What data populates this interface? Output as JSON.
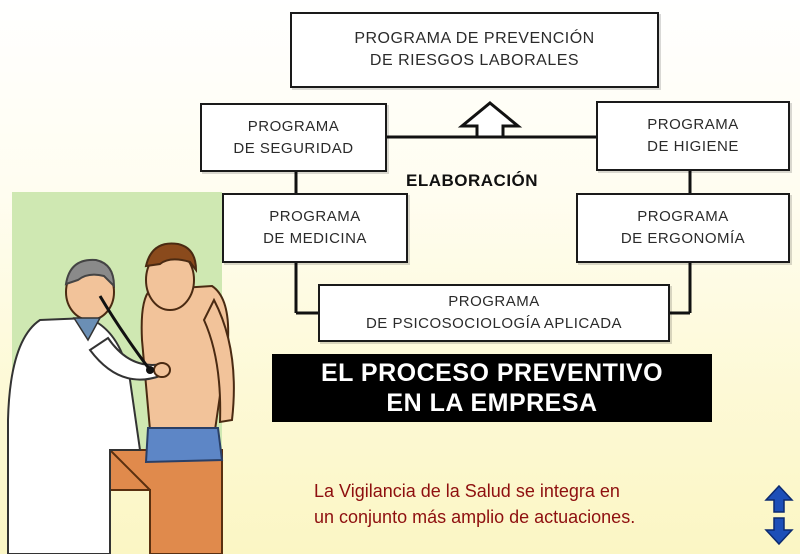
{
  "diagram": {
    "top_box": {
      "line1": "PROGRAMA DE PREVENCIÓN",
      "line2": "DE RIESGOS LABORALES"
    },
    "seguridad": {
      "line1": "PROGRAMA",
      "line2": "DE SEGURIDAD"
    },
    "higiene": {
      "line1": "PROGRAMA",
      "line2": "DE HIGIENE"
    },
    "medicina": {
      "line1": "PROGRAMA",
      "line2": "DE MEDICINA"
    },
    "ergonomia": {
      "line1": "PROGRAMA",
      "line2": "DE ERGONOMÍA"
    },
    "psicosociologia": {
      "line1": "PROGRAMA",
      "line2": "DE PSICOSOCIOLOGÍA APLICADA"
    },
    "center_label": "ELABORACIÓN"
  },
  "banner": {
    "line1": "EL PROCESO PREVENTIVO",
    "line2": "EN LA EMPRESA"
  },
  "caption": {
    "line1": "La Vigilancia de la Salud se integra en",
    "line2": "un conjunto más amplio de actuaciones."
  },
  "colors": {
    "caption": "#8e0f0f",
    "banner_bg": "#000000",
    "nav_arrow": "#1d4fb8",
    "illustration_bg": "#cfe8b2"
  },
  "navigation": {
    "up_icon": "arrow-up-icon",
    "down_icon": "arrow-down-icon"
  }
}
